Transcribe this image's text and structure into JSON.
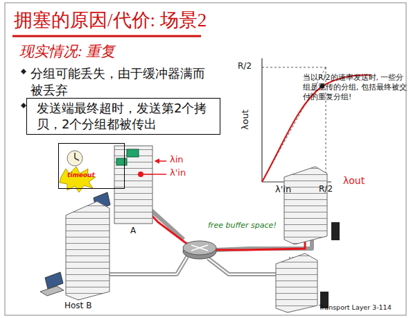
{
  "diagram": {
    "title": "拥塞的原因/代价: 场景2",
    "nodes": [
      {
        "text": [
          "发送端最终超时，发送第2个拷贝，2个分组都被传出"
        ]
      },
      {
        "text": [
          "timeout"
        ]
      }
    ],
    "labels": [
      "现实情况: 重复",
      "分组可能丢失，由于缓冲器满而被丢弃",
      "R/2",
      "λout",
      "当以R/2的速率发送时, 一些分组是重传的分组, 包括最终被交付的重复分组!",
      "λ'in",
      "R/2",
      "λin",
      "λ'in",
      "λout",
      "free buffer space!",
      "A",
      "Host B",
      "Transport Layer 3-114"
    ]
  }
}
